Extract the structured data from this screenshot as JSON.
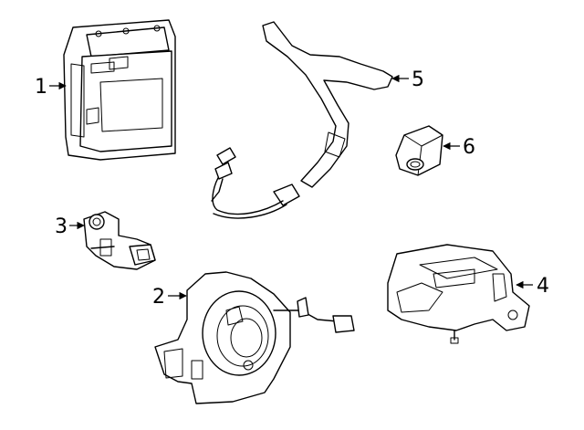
{
  "callouts": [
    {
      "id": "1",
      "label": "1",
      "part": "control-module"
    },
    {
      "id": "2",
      "label": "2",
      "part": "clock-spring"
    },
    {
      "id": "3",
      "label": "3",
      "part": "sensor"
    },
    {
      "id": "4",
      "label": "4",
      "part": "impact-sensor"
    },
    {
      "id": "5",
      "label": "5",
      "part": "wire-harness"
    },
    {
      "id": "6",
      "label": "6",
      "part": "front-sensor"
    }
  ],
  "colors": {
    "line": "#000000",
    "background": "#ffffff"
  }
}
